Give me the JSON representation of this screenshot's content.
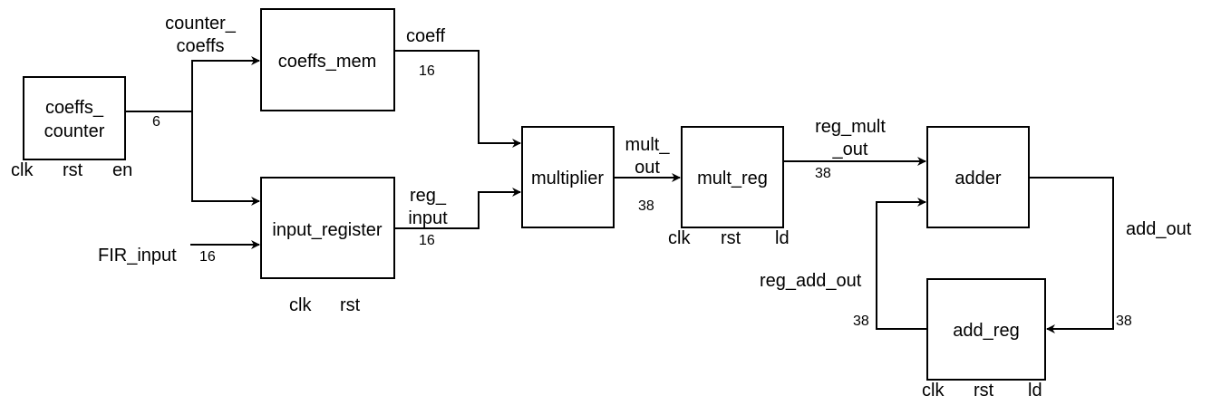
{
  "blocks": {
    "coeffs_counter": {
      "line1": "coeffs_",
      "line2": "counter",
      "clk": "clk",
      "rst": "rst",
      "en": "en"
    },
    "coeffs_mem": {
      "label": "coeffs_mem"
    },
    "input_register": {
      "label": "input_register",
      "clk": "clk",
      "rst": "rst"
    },
    "multiplier": {
      "label": "multiplier"
    },
    "mult_reg": {
      "label": "mult_reg",
      "clk": "clk",
      "rst": "rst",
      "ld": "ld"
    },
    "adder": {
      "label": "adder"
    },
    "add_reg": {
      "label": "add_reg",
      "clk": "clk",
      "rst": "rst",
      "ld": "ld"
    }
  },
  "signals": {
    "counter_coeffs": {
      "line1": "counter_",
      "line2": "coeffs",
      "width": "6"
    },
    "coeff": {
      "label": "coeff",
      "width": "16"
    },
    "fir_input": {
      "label": "FIR_input",
      "width": "16"
    },
    "reg_input": {
      "line1": "reg_",
      "line2": "input",
      "width": "16"
    },
    "mult_out": {
      "line1": "mult_",
      "line2": "out",
      "width": "38"
    },
    "reg_mult_out": {
      "line1": "reg_mult",
      "line2": "_out",
      "width": "38"
    },
    "add_out": {
      "label": "add_out",
      "width": "38"
    },
    "reg_add_out": {
      "label": "reg_add_out",
      "width": "38"
    }
  }
}
